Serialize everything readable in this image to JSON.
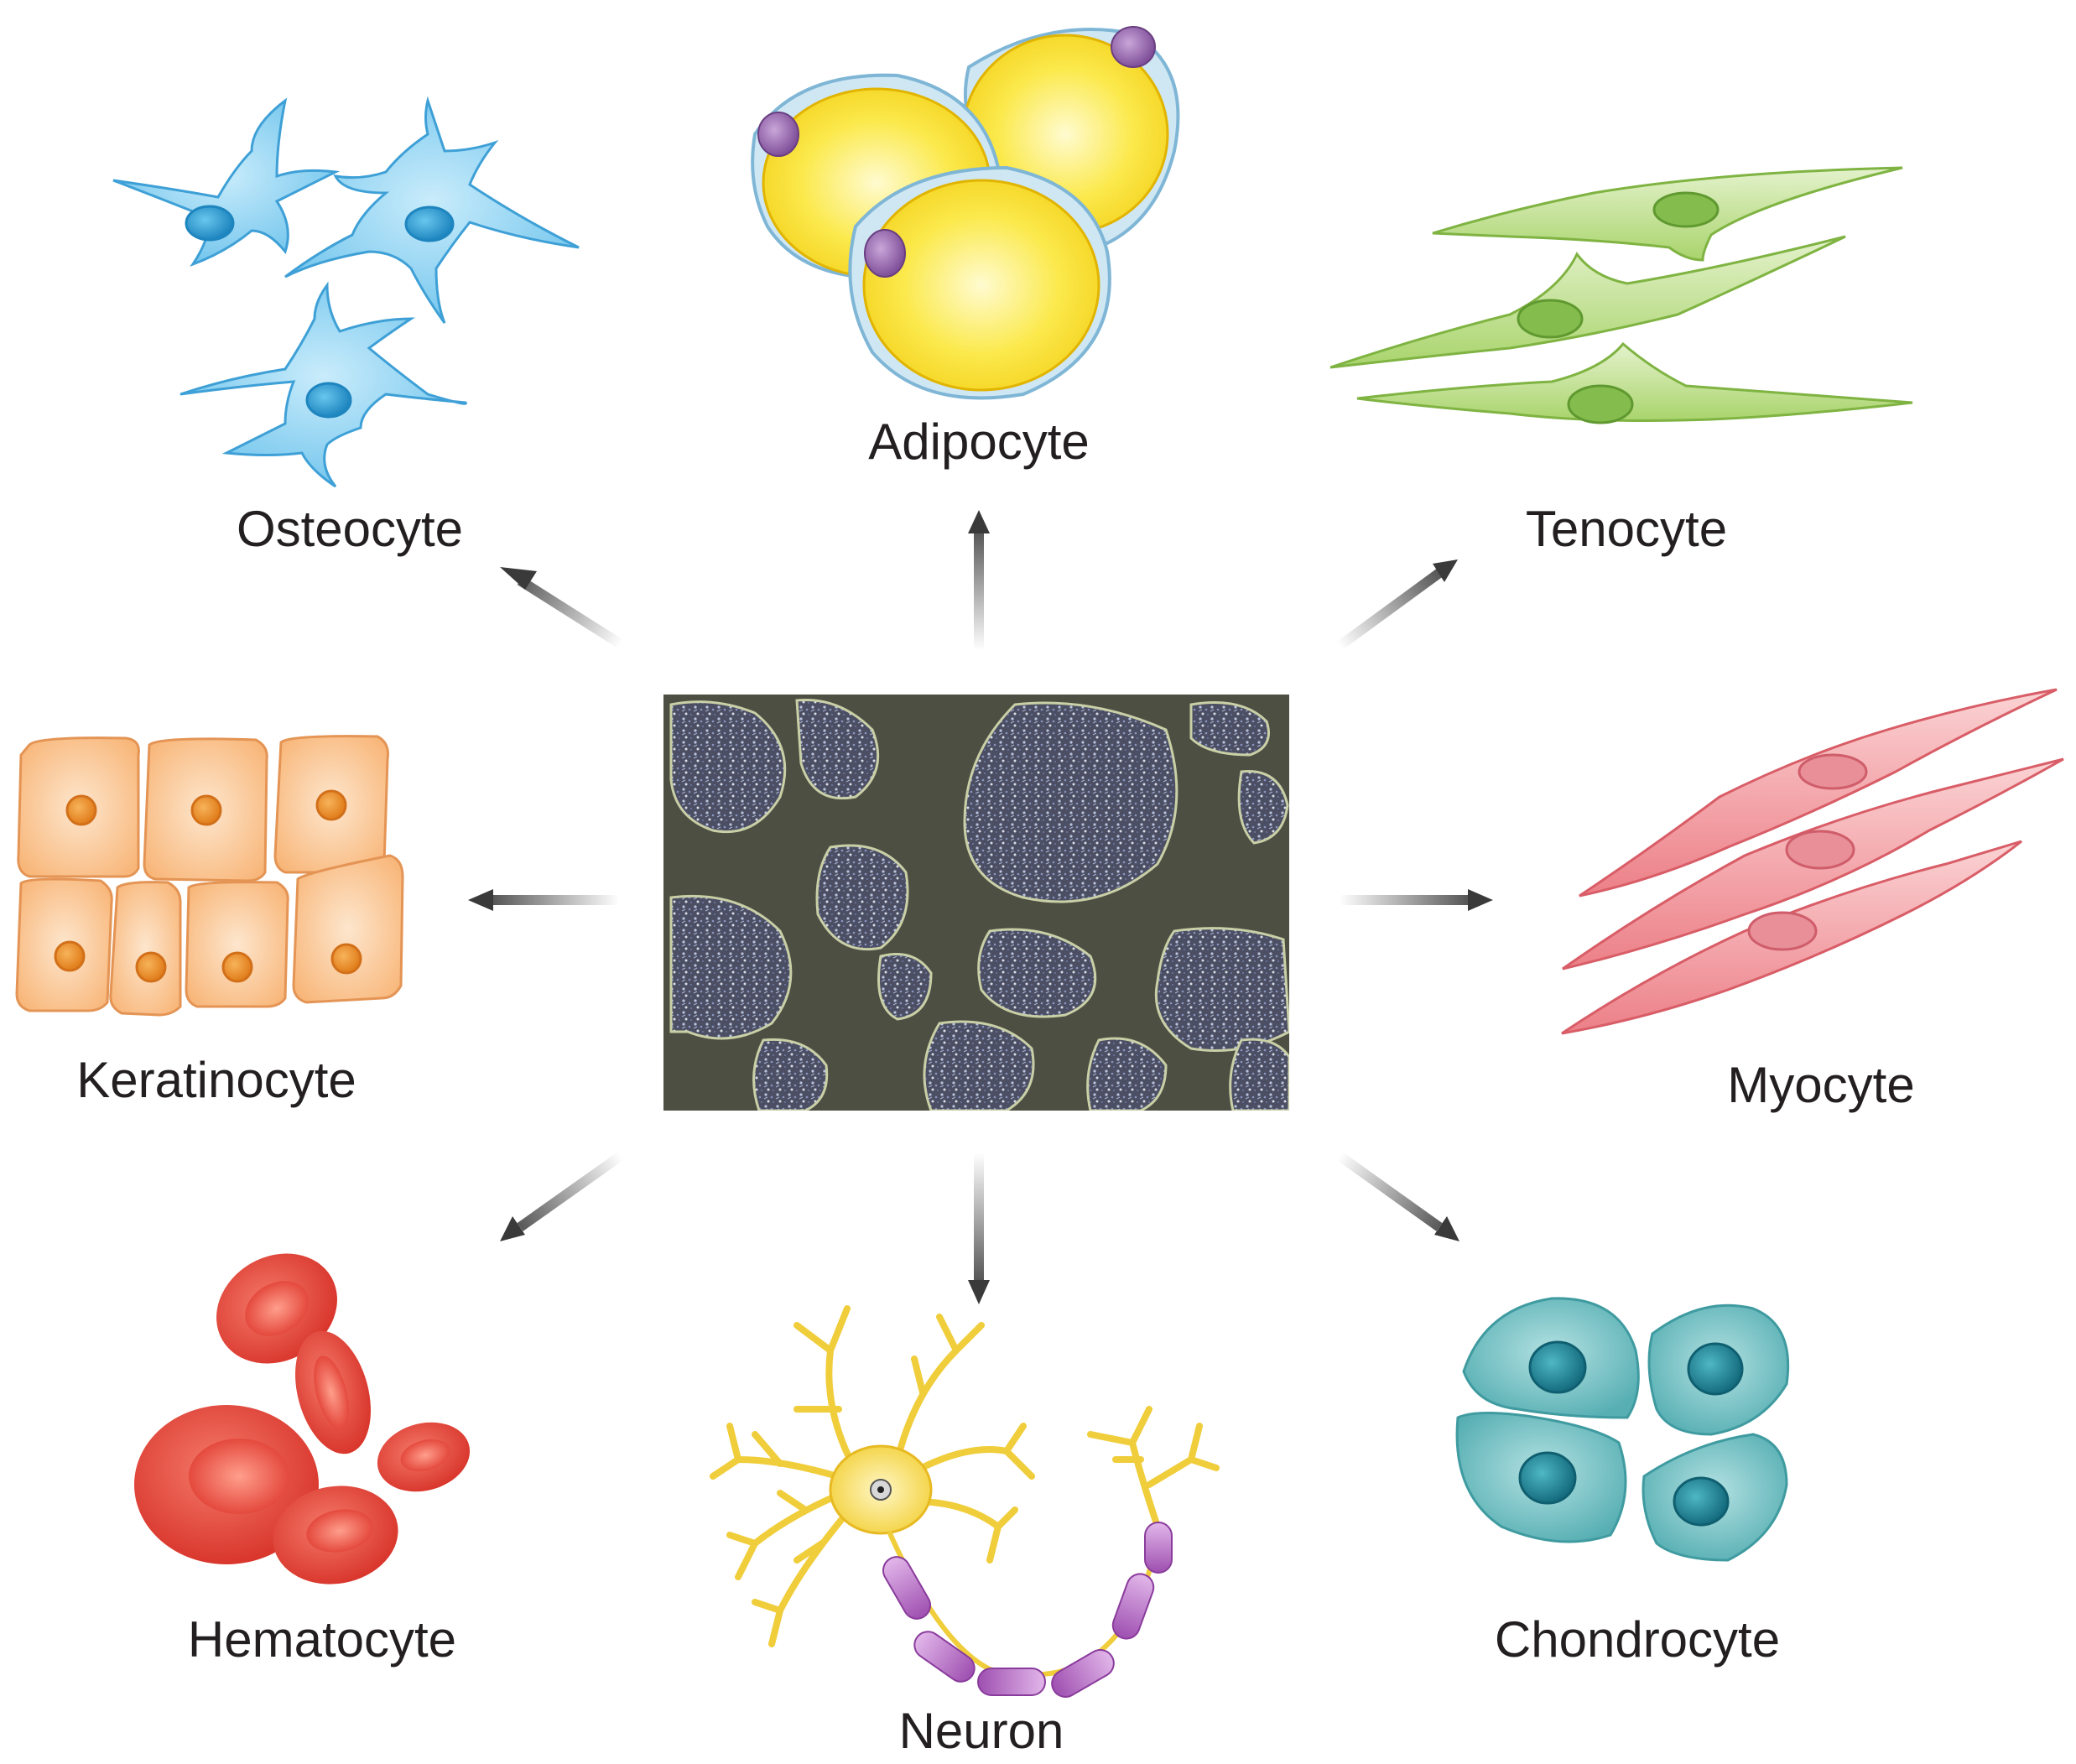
{
  "diagram": {
    "center": {
      "kind": "micrograph",
      "subject": "stem cell colonies"
    },
    "cell_types": [
      {
        "id": "osteocyte",
        "label": "Osteocyte",
        "color": "#6ec3ec",
        "icon": "osteocyte-icon"
      },
      {
        "id": "adipocyte",
        "label": "Adipocyte",
        "color": "#f7e03a",
        "icon": "adipocyte-icon"
      },
      {
        "id": "tenocyte",
        "label": "Tenocyte",
        "color": "#a9d46c",
        "icon": "tenocyte-icon"
      },
      {
        "id": "keratinocyte",
        "label": "Keratinocyte",
        "color": "#f8b577",
        "icon": "keratinocyte-icon"
      },
      {
        "id": "myocyte",
        "label": "Myocyte",
        "color": "#ef8a8f",
        "icon": "myocyte-icon"
      },
      {
        "id": "hematocyte",
        "label": "Hematocyte",
        "color": "#e8473c",
        "icon": "red-blood-cell-icon"
      },
      {
        "id": "neuron",
        "label": "Neuron",
        "color": "#f5d54a",
        "icon": "neuron-icon"
      },
      {
        "id": "chondrocyte",
        "label": "Chondrocyte",
        "color": "#5fb7bb",
        "icon": "chondrocyte-icon"
      }
    ]
  }
}
